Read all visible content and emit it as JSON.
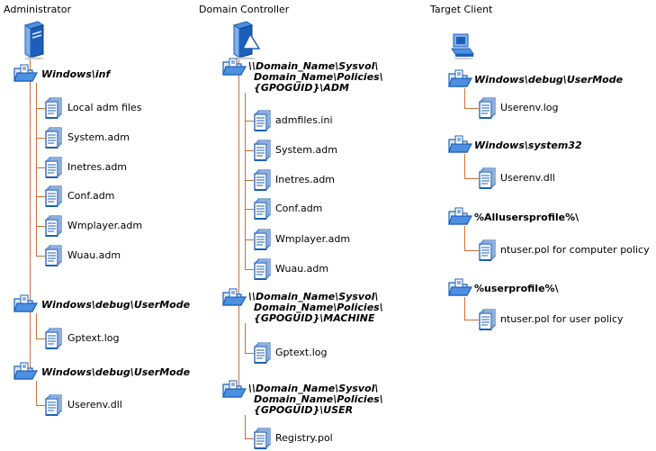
{
  "columns": {
    "administrator": {
      "title": "Administrator",
      "groups": [
        {
          "folder": "Windows\\inf",
          "files": [
            "Local adm files",
            "System.adm",
            "Inetres.adm",
            "Conf.adm",
            "Wmplayer.adm",
            "Wuau.adm"
          ]
        },
        {
          "folder": "Windows\\debug\\UserMode",
          "files": [
            "Gptext.log"
          ]
        },
        {
          "folder": "Windows\\debug\\UserMode",
          "files": [
            "Userenv.dll"
          ]
        }
      ]
    },
    "domain_controller": {
      "title": "Domain Controller",
      "groups": [
        {
          "folder_lines": [
            "\\\\Domain_Name\\Sysvol\\",
            "Domain_Name\\Policies\\",
            "{GPOGUID}\\ADM"
          ],
          "files": [
            "admfiles.ini",
            "System.adm",
            "Inetres.adm",
            "Conf.adm",
            "Wmplayer.adm",
            "Wuau.adm"
          ]
        },
        {
          "folder_lines": [
            "\\\\Domain_Name\\Sysvol\\",
            "Domain_Name\\Policies\\",
            "{GPOGUID}\\MACHINE"
          ],
          "files": [
            "Gptext.log"
          ]
        },
        {
          "folder_lines": [
            "\\\\Domain_Name\\Sysvol\\",
            "Domain_Name\\Policies\\",
            "{GPOGUID}\\USER"
          ],
          "files": [
            "Registry.pol"
          ]
        }
      ]
    },
    "target_client": {
      "title": "Target Client",
      "groups": [
        {
          "folder": "Windows\\debug\\UserMode",
          "files": [
            "Userenv.log"
          ]
        },
        {
          "folder": "Windows\\system32",
          "files": [
            "Userenv.dll"
          ]
        },
        {
          "folder": "%Allusersprofile%\\",
          "files": [
            "ntuser.pol for computer policy"
          ]
        },
        {
          "folder": "%userprofile%\\",
          "files": [
            "ntuser.pol for user policy"
          ]
        }
      ]
    }
  },
  "icons": {
    "administrator_top": "server-icon",
    "domain_controller_top": "domain-controller-icon",
    "target_client_top": "client-computer-icon",
    "folder": "open-folder-icon",
    "file": "document-icon"
  },
  "colors": {
    "connector": "#c87137",
    "icon_blue": "#1c5fb8",
    "icon_light": "#dce9f7"
  }
}
